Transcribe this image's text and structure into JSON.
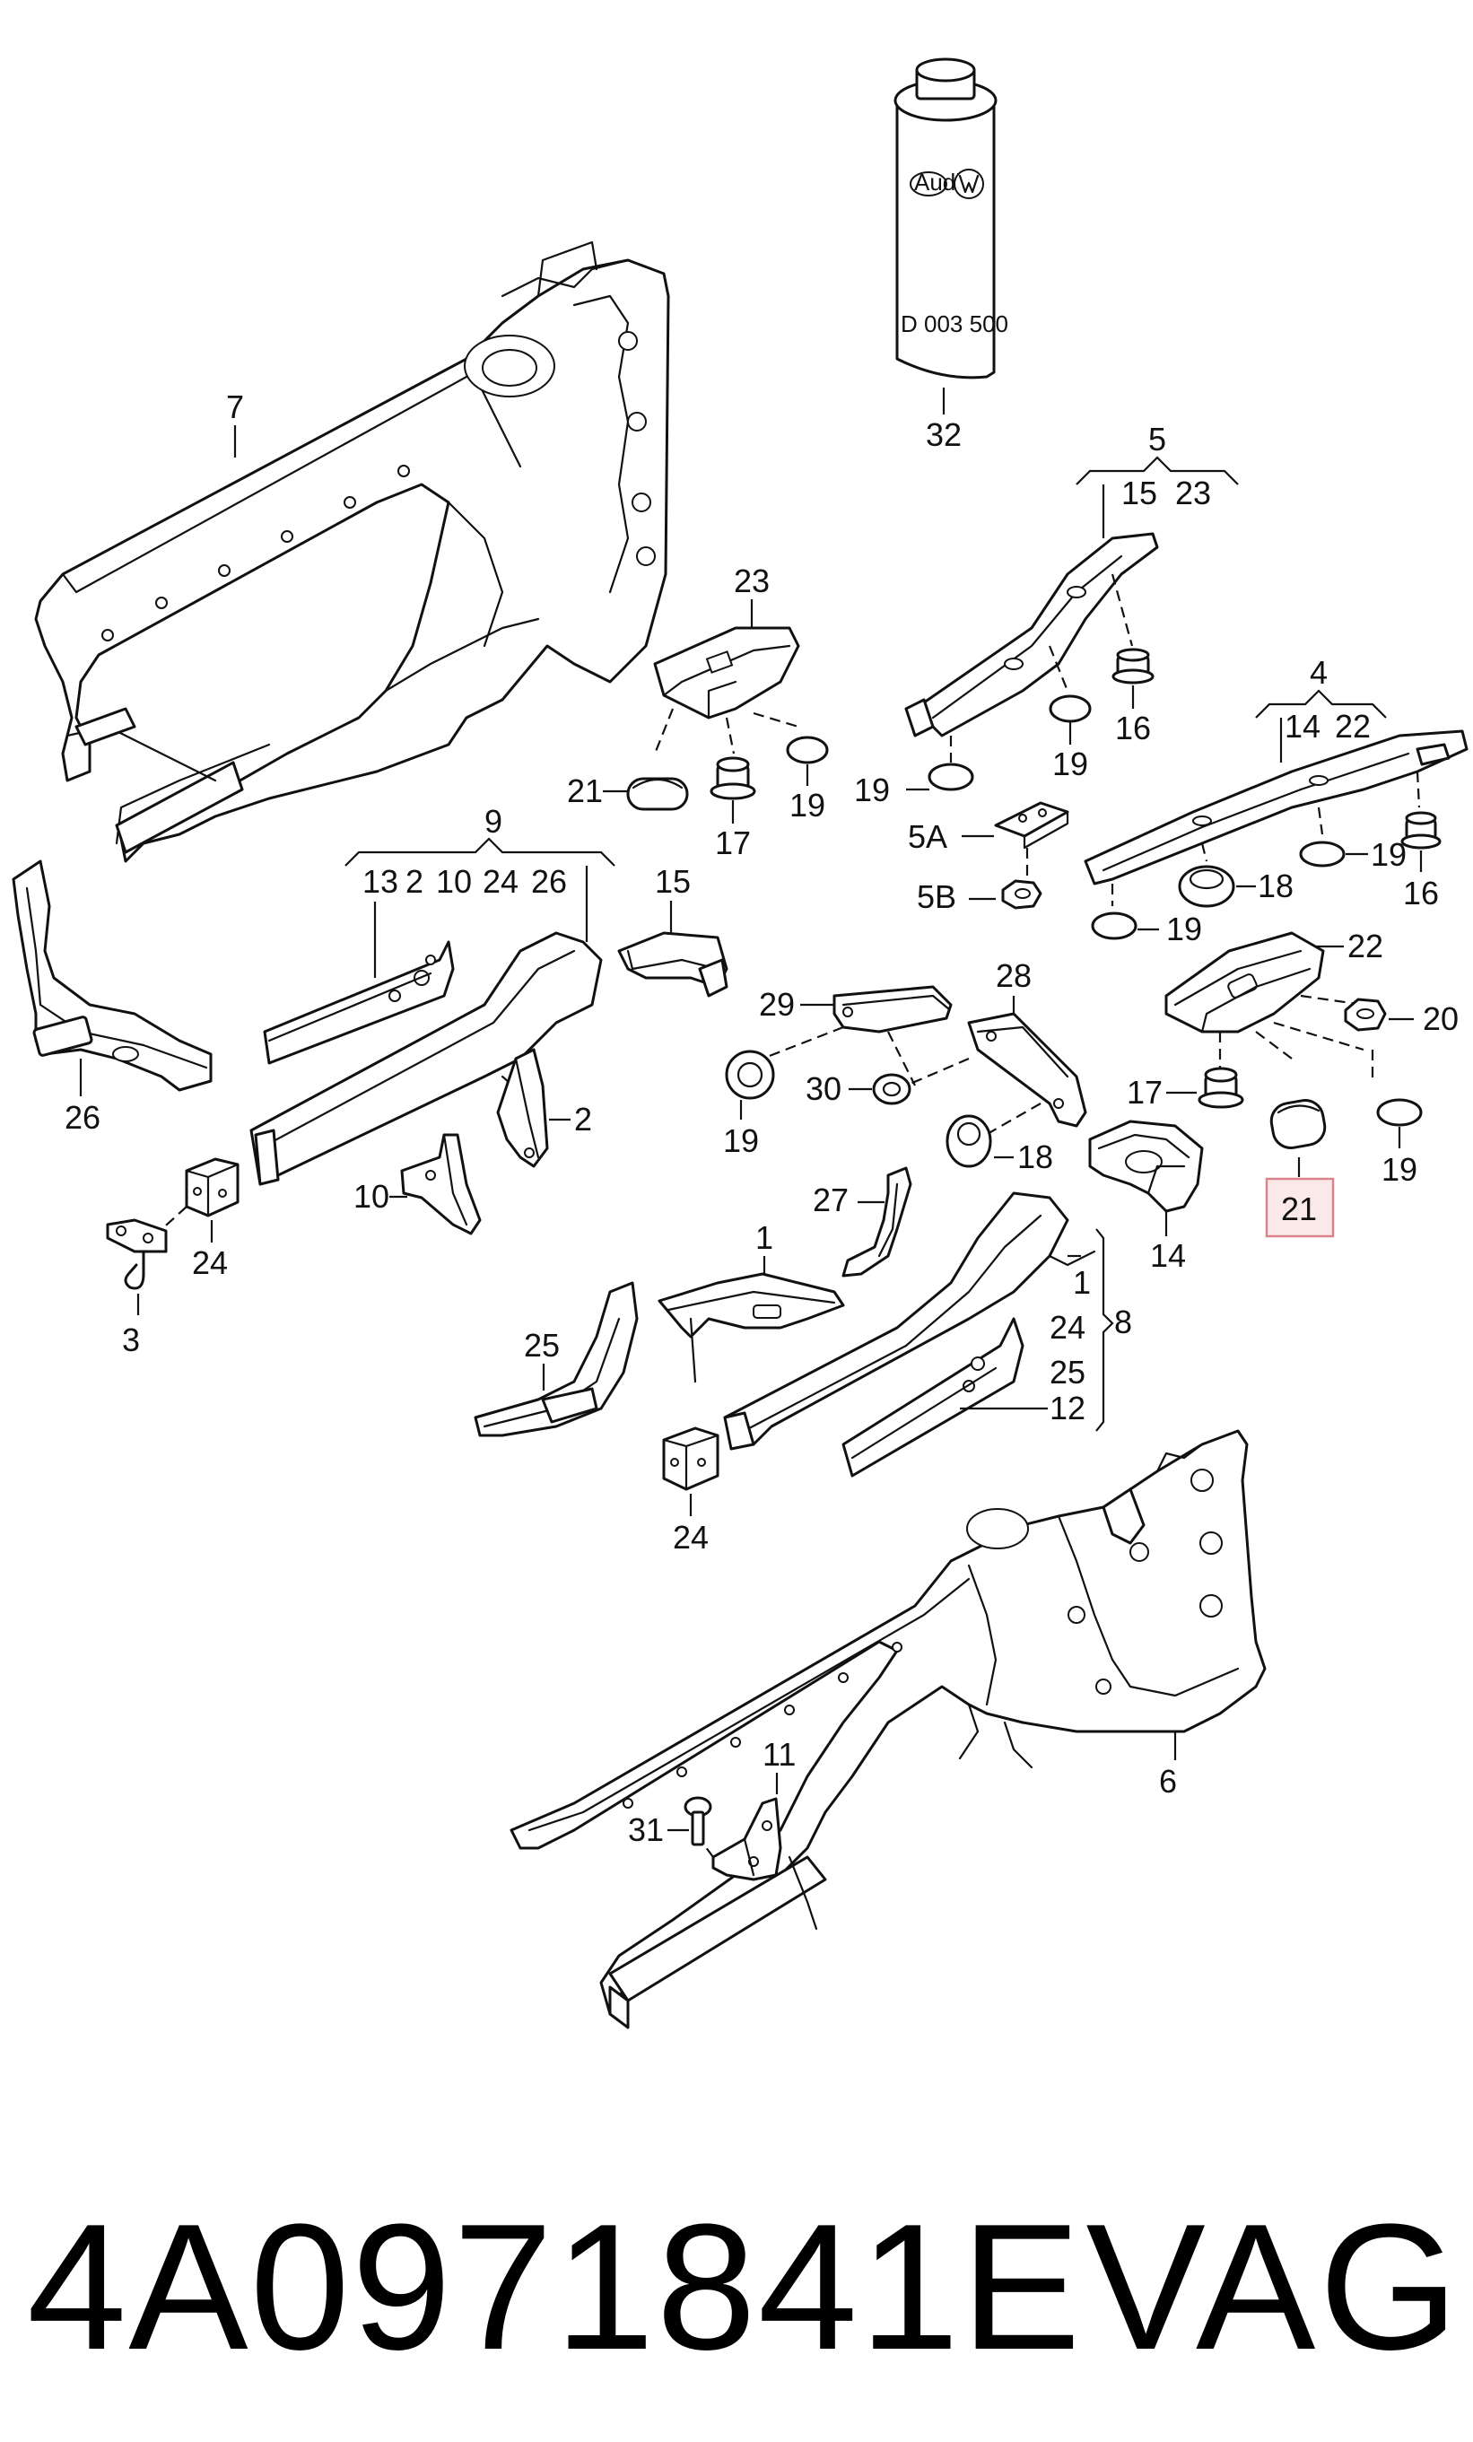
{
  "diagram": {
    "highlighted_callout": "21",
    "highlight_colors": {
      "fill": "#fbe9ea",
      "stroke": "#d9848c"
    },
    "can_label": "D 003 500",
    "can_logos": [
      "Audi",
      "VW"
    ],
    "callouts": {
      "c7": "7",
      "c32": "32",
      "c5": "5",
      "c5_15": "15",
      "c5_23": "23",
      "c23": "23",
      "c16a": "16",
      "c19a": "19",
      "c19b": "19",
      "c4": "4",
      "c4_14": "14",
      "c4_22": "22",
      "c21a": "21",
      "c19c": "19",
      "c17a": "17",
      "c5A": "5A",
      "c5B": "5B",
      "c18a": "18",
      "c19d": "19",
      "c16b": "16",
      "c19e": "19",
      "c9": "9",
      "c9_13": "13",
      "c9_2": "2",
      "c9_10": "10",
      "c9_24": "24",
      "c9_26": "26",
      "c15": "15",
      "c22": "22",
      "c20": "20",
      "c29": "29",
      "c28": "28",
      "c17b": "17",
      "c19f": "19",
      "c26": "26",
      "c2": "2",
      "c19g": "19",
      "c30": "30",
      "c18b": "18",
      "c21b": "21",
      "c24a": "24",
      "c10": "10",
      "c14": "14",
      "c27": "27",
      "c3": "3",
      "c1a": "1",
      "c1b": "1",
      "c24b": "24",
      "c8": "8",
      "c25a": "25",
      "c25b": "25",
      "c12": "12",
      "c24c": "24",
      "c11": "11",
      "c31": "31",
      "c6": "6"
    }
  },
  "footer": {
    "part_number": "4A0971841E",
    "brand": "VAG"
  }
}
